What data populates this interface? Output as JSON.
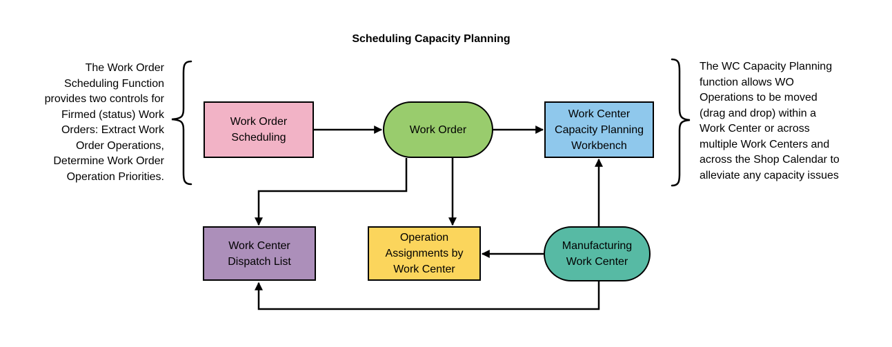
{
  "title": "Scheduling Capacity Planning",
  "annotations": {
    "left": "The Work Order\nScheduling Function\nprovides two controls for\nFirmed (status) Work\nOrders: Extract Work\nOrder Operations,\nDetermine Work Order\nOperation Priorities.",
    "right": "The WC Capacity Planning\nfunction allows WO\nOperations to be moved\n(drag and drop) within a\nWork Center or across\nmultiple Work Centers and\nacross the Shop Calendar to\nalleviate any capacity issues"
  },
  "nodes": {
    "work_order_scheduling": {
      "label": "Work Order\nScheduling",
      "shape": "rectangle",
      "fill": "#F2B3C6"
    },
    "work_order": {
      "label": "Work Order",
      "shape": "stadium",
      "fill": "#99CC6D"
    },
    "work_center_capacity_planning_workbench": {
      "label": "Work Center\nCapacity Planning\nWorkbench",
      "shape": "rectangle",
      "fill": "#8FC8EC"
    },
    "work_center_dispatch_list": {
      "label": "Work Center\nDispatch List",
      "shape": "rectangle",
      "fill": "#AC8FBA"
    },
    "operation_assignments_by_work_center": {
      "label": "Operation\nAssignments by\nWork Center",
      "shape": "rectangle",
      "fill": "#FBD55C"
    },
    "manufacturing_work_center": {
      "label": "Manufacturing\nWork Center",
      "shape": "stadium",
      "fill": "#57BAA4"
    }
  },
  "edges": [
    {
      "from": "work_order_scheduling",
      "to": "work_order"
    },
    {
      "from": "work_order",
      "to": "work_center_capacity_planning_workbench"
    },
    {
      "from": "work_order",
      "to": "work_center_dispatch_list"
    },
    {
      "from": "work_order",
      "to": "operation_assignments_by_work_center"
    },
    {
      "from": "manufacturing_work_center",
      "to": "operation_assignments_by_work_center"
    },
    {
      "from": "manufacturing_work_center",
      "to": "work_center_capacity_planning_workbench"
    },
    {
      "from": "manufacturing_work_center",
      "to": "work_center_dispatch_list"
    }
  ],
  "colors": {
    "background": "#FFFFFF",
    "line": "#000000",
    "text": "#000000"
  }
}
